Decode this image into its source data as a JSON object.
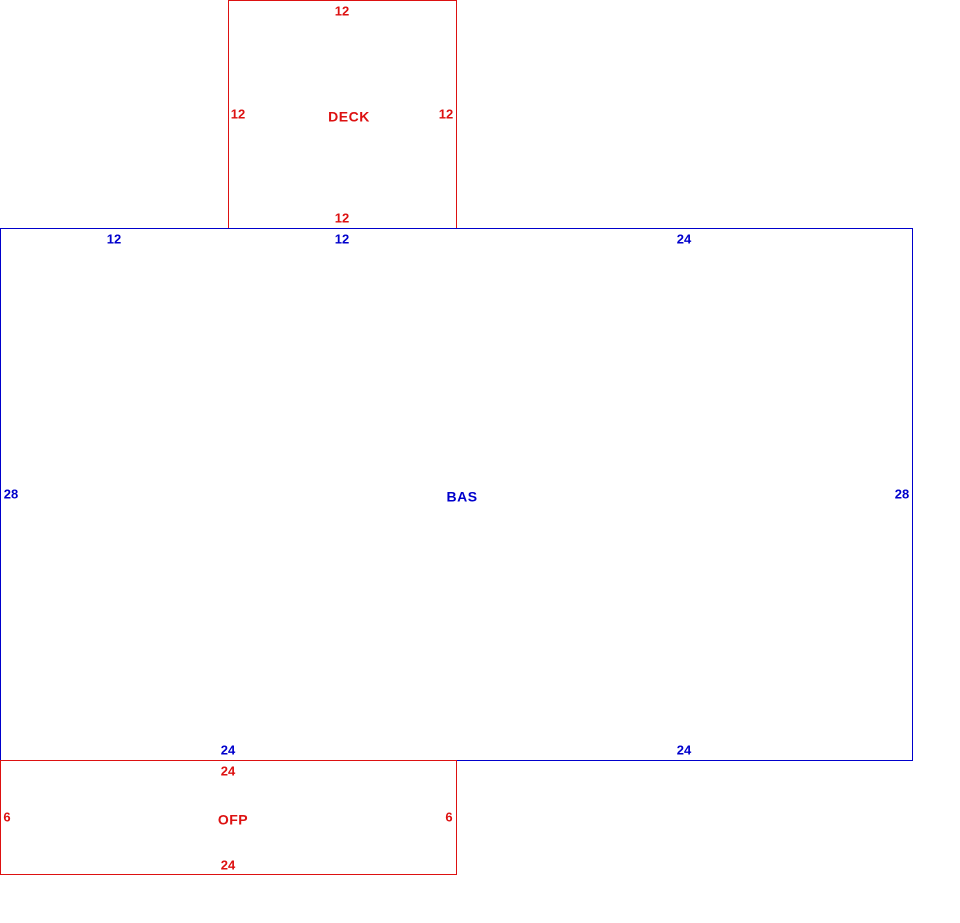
{
  "colors": {
    "deck": "#dd1111",
    "bas": "#0000cc",
    "ofp": "#dd1111",
    "background": "#ffffff"
  },
  "areas": {
    "deck": {
      "name": "DECK",
      "dims": {
        "top": "12",
        "left": "12",
        "right": "12",
        "bottom": "12"
      }
    },
    "bas": {
      "name": "BAS",
      "dims": {
        "top_left": "12",
        "top_middle": "12",
        "top_right": "24",
        "left": "28",
        "right": "28",
        "bottom_left": "24",
        "bottom_right": "24"
      }
    },
    "ofp": {
      "name": "OFP",
      "dims": {
        "top": "24",
        "left": "6",
        "right": "6",
        "bottom": "24"
      }
    }
  }
}
